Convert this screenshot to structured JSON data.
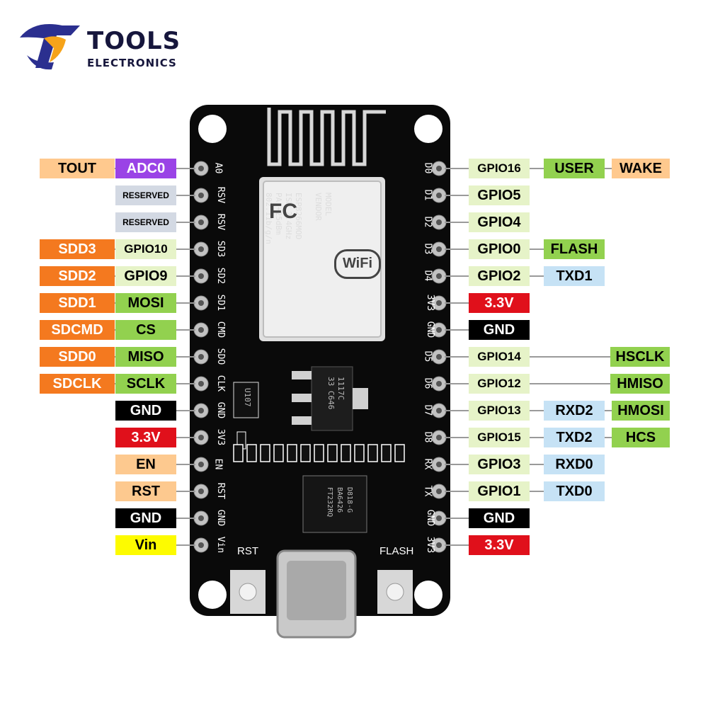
{
  "logo": {
    "title": "TOOLS",
    "subtitle": "ELECTRONICS"
  },
  "colors": {
    "tout": "#ffc98e",
    "adc": "#9a43e6",
    "reserved": "#d3d9e3",
    "sdd": "#f4791f",
    "gpio": "#e6f3c8",
    "green": "#92d14f",
    "black": "#000000",
    "red": "#e0101b",
    "orange_light": "#fdc98f",
    "yellow": "#fdfb00",
    "blue": "#c6e2f5"
  },
  "left_rows": [
    {
      "pin": "A0",
      "labels": [
        {
          "text": "TOUT",
          "c": "tout"
        },
        {
          "text": "ADC0",
          "c": "adc"
        }
      ]
    },
    {
      "pin": "RSV",
      "labels": [
        {
          "text": "RESERVED",
          "c": "reserved"
        }
      ]
    },
    {
      "pin": "RSV",
      "labels": [
        {
          "text": "RESERVED",
          "c": "reserved"
        }
      ]
    },
    {
      "pin": "SD3",
      "labels": [
        {
          "text": "SDD3",
          "c": "sdd"
        },
        {
          "text": "GPIO10",
          "c": "gpio"
        }
      ]
    },
    {
      "pin": "SD2",
      "labels": [
        {
          "text": "SDD2",
          "c": "sdd"
        },
        {
          "text": "GPIO9",
          "c": "gpio"
        }
      ]
    },
    {
      "pin": "SD1",
      "labels": [
        {
          "text": "SDD1",
          "c": "sdd"
        },
        {
          "text": "MOSI",
          "c": "green"
        }
      ]
    },
    {
      "pin": "CMD",
      "labels": [
        {
          "text": "SDCMD",
          "c": "sdd"
        },
        {
          "text": "CS",
          "c": "green"
        }
      ]
    },
    {
      "pin": "SDO",
      "labels": [
        {
          "text": "SDD0",
          "c": "sdd"
        },
        {
          "text": "MISO",
          "c": "green"
        }
      ]
    },
    {
      "pin": "CLK",
      "labels": [
        {
          "text": "SDCLK",
          "c": "sdd"
        },
        {
          "text": "SCLK",
          "c": "green"
        }
      ]
    },
    {
      "pin": "GND",
      "labels": [
        {
          "text": "GND",
          "c": "black"
        }
      ]
    },
    {
      "pin": "3V3",
      "labels": [
        {
          "text": "3.3V",
          "c": "red"
        }
      ]
    },
    {
      "pin": "EN",
      "labels": [
        {
          "text": "EN",
          "c": "orange_light"
        }
      ]
    },
    {
      "pin": "RST",
      "labels": [
        {
          "text": "RST",
          "c": "orange_light"
        }
      ]
    },
    {
      "pin": "GND",
      "labels": [
        {
          "text": "GND",
          "c": "black"
        }
      ]
    },
    {
      "pin": "Vin",
      "labels": [
        {
          "text": "Vin",
          "c": "yellow"
        }
      ]
    }
  ],
  "right_rows": [
    {
      "pin": "D0",
      "labels": [
        {
          "text": "GPIO16",
          "c": "gpio"
        },
        {
          "text": "USER",
          "c": "green"
        },
        {
          "text": "WAKE",
          "c": "tout"
        }
      ]
    },
    {
      "pin": "D1",
      "labels": [
        {
          "text": "GPIO5",
          "c": "gpio"
        }
      ]
    },
    {
      "pin": "D2",
      "labels": [
        {
          "text": "GPIO4",
          "c": "gpio"
        }
      ]
    },
    {
      "pin": "D3",
      "labels": [
        {
          "text": "GPIO0",
          "c": "gpio"
        },
        {
          "text": "FLASH",
          "c": "green"
        }
      ]
    },
    {
      "pin": "D4",
      "labels": [
        {
          "text": "GPIO2",
          "c": "gpio"
        },
        {
          "text": "TXD1",
          "c": "blue"
        }
      ]
    },
    {
      "pin": "3V3",
      "labels": [
        {
          "text": "3.3V",
          "c": "red"
        }
      ]
    },
    {
      "pin": "GND",
      "labels": [
        {
          "text": "GND",
          "c": "black"
        }
      ]
    },
    {
      "pin": "D5",
      "labels": [
        {
          "text": "GPIO14",
          "c": "gpio"
        },
        {
          "text": "HSCLK",
          "c": "green"
        }
      ]
    },
    {
      "pin": "D6",
      "labels": [
        {
          "text": "GPIO12",
          "c": "gpio"
        },
        {
          "text": "HMISO",
          "c": "green"
        }
      ]
    },
    {
      "pin": "D7",
      "labels": [
        {
          "text": "GPIO13",
          "c": "gpio"
        },
        {
          "text": "RXD2",
          "c": "blue"
        },
        {
          "text": "HMOSI",
          "c": "green"
        }
      ]
    },
    {
      "pin": "D8",
      "labels": [
        {
          "text": "GPIO15",
          "c": "gpio"
        },
        {
          "text": "TXD2",
          "c": "blue"
        },
        {
          "text": "HCS",
          "c": "green"
        }
      ]
    },
    {
      "pin": "RX",
      "labels": [
        {
          "text": "GPIO3",
          "c": "gpio"
        },
        {
          "text": "RXD0",
          "c": "blue"
        }
      ]
    },
    {
      "pin": "TX",
      "labels": [
        {
          "text": "GPIO1",
          "c": "gpio"
        },
        {
          "text": "TXD0",
          "c": "blue"
        }
      ]
    },
    {
      "pin": "GND",
      "labels": [
        {
          "text": "GND",
          "c": "black"
        }
      ]
    },
    {
      "pin": "3V3",
      "labels": [
        {
          "text": "3.3V",
          "c": "red"
        }
      ]
    }
  ],
  "board": {
    "btn_rst": "RST",
    "btn_flash": "FLASH",
    "module_text": "MODEL\nVENDOR\n\nESP8266MOD\nISM 2.4GHz\nPA +25dBm\n802.11b/g/n",
    "wifi_text": "WiFi",
    "fcc_text": "FC",
    "regulator_text": "1117C\n33 C646",
    "usb_chip_text": "D818-G\nBA6426\nFT232RQ",
    "diode_text": "U107"
  }
}
